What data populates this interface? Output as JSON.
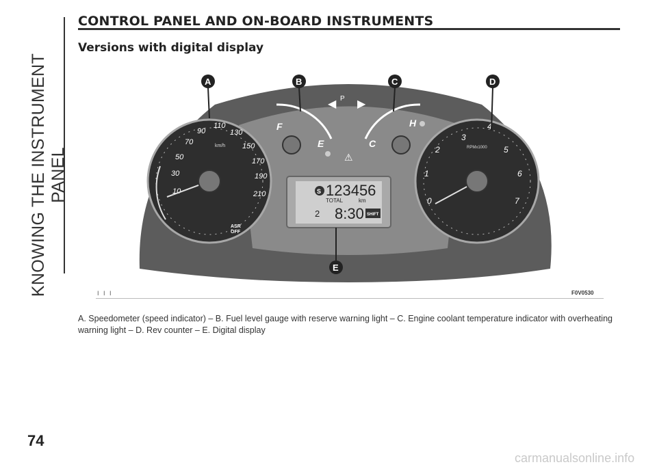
{
  "side_title": "KNOWING THE INSTRUMENT PANEL",
  "heading": "CONTROL PANEL AND ON-BOARD INSTRUMENTS",
  "subheading": "Versions with digital display",
  "figure": {
    "markers": [
      "A",
      "B",
      "C",
      "D",
      "E"
    ],
    "speedo_numbers": [
      "10",
      "30",
      "50",
      "70",
      "90",
      "110",
      "130",
      "150",
      "170",
      "190",
      "210"
    ],
    "speedo_unit": "km/h",
    "rev_numbers": [
      "0",
      "1",
      "2",
      "3",
      "4",
      "5",
      "6",
      "7"
    ],
    "rev_unit": "RPMx1000",
    "fuel_labels": {
      "full": "F",
      "empty": "E"
    },
    "temp_labels": {
      "cold": "C",
      "hot": "H"
    },
    "display": {
      "odometer": "123456",
      "total_label": "TOTAL",
      "km_label": "km",
      "gear": "2",
      "clock": "8:30",
      "shift_label": "SHIFT",
      "service_icon": "S"
    },
    "asr_label": "ASR\nOFF",
    "asr_line1": "ASR",
    "asr_line2": "OFF",
    "code": "F0V0530",
    "marks": "I I I"
  },
  "caption": "A. Speedometer (speed indicator) – B. Fuel level gauge with reserve warning light – C. Engine coolant temperature indicator with overheating warning light – D. Rev counter – E. Digital display",
  "page_number": "74",
  "watermark": "carmanualsonline.info"
}
